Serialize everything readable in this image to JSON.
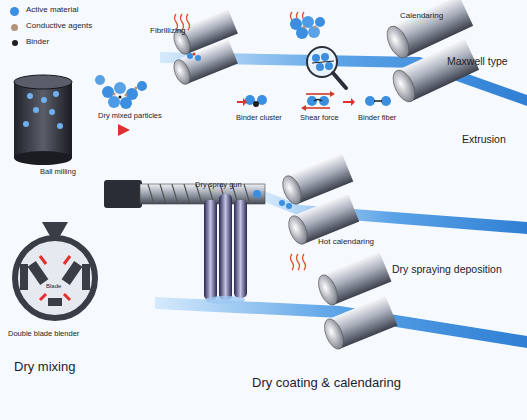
{
  "diagram": {
    "labels": [
      "Fibrillizing",
      "Calendaring",
      "Maxwell type",
      "Dry mixed particles",
      "Ball milling",
      "Binder cluster",
      "Shear force",
      "Binder fiber",
      "Extrusion",
      "Dry spray gun",
      "Hot calendaring",
      "Dry spraying deposition",
      "Blade",
      "Double blade blender",
      "Dry mixing",
      "Dry coating & calendaring"
    ],
    "legend": [
      {
        "text": "Active material",
        "color": "#3b8ee0"
      },
      {
        "text": "Conductive agents",
        "color": "#b5927a"
      },
      {
        "text": "Binder",
        "color": "#1e1e1e"
      }
    ]
  }
}
